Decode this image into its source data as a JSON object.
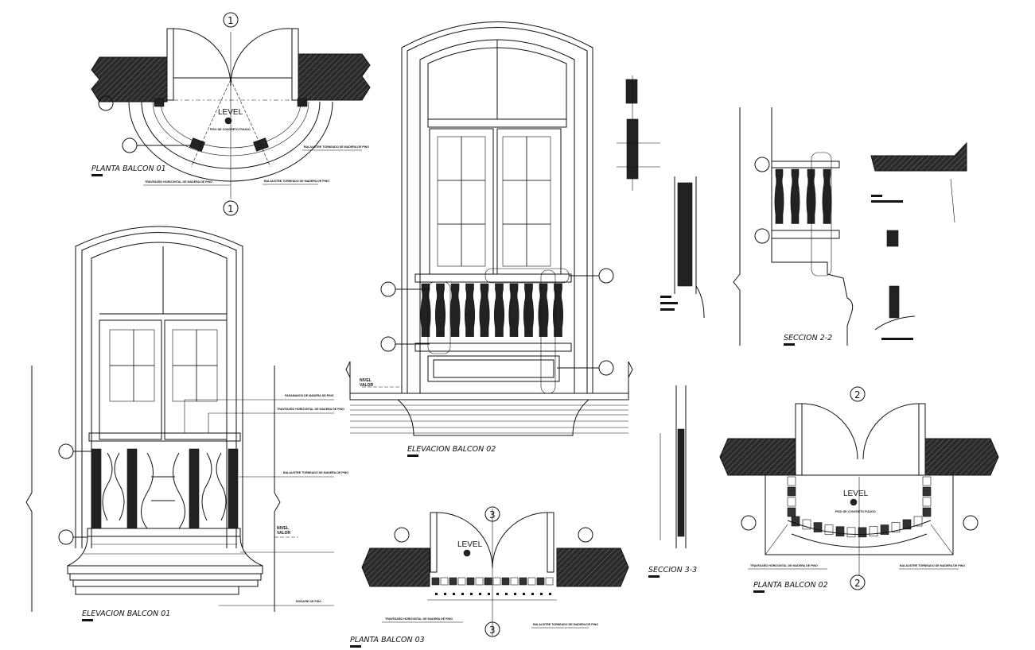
{
  "titles": {
    "planta_01": "PLANTA BALCON 01",
    "elevacion_01": "ELEVACION BALCON 01",
    "elevacion_02": "ELEVACION BALCON 02",
    "planta_03": "PLANTA BALCON 03",
    "seccion_33": "SECCION 3-3",
    "seccion_22": "SECCION 2-2",
    "planta_02": "PLANTA BALCON 02"
  },
  "level_label": "LEVEL",
  "nivel_label": "NIVEL",
  "nivel_sub": "VALOR",
  "section_markers": {
    "one": "1",
    "two": "2",
    "three": "3"
  },
  "annotations": {
    "piso": "PISO DE CONCRETO PULIDO",
    "travesano": "TRAVESAÑO HORIZONTAL DE MADERA DE PINO",
    "balaustre": "BALAUSTRE TORNEADO DE MADERA DE PINO",
    "pasamanos": "PASAMANOS DE MADERA DE PINO",
    "rodapie": "RODAPIE DE PISO"
  },
  "colors": {
    "line": "#111111",
    "fill": "#222222",
    "background": "#ffffff"
  }
}
